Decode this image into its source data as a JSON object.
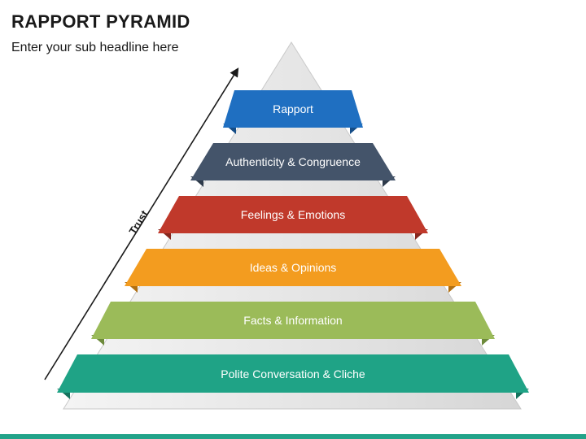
{
  "header": {
    "title": "RAPPORT PYRAMID",
    "subtitle": "Enter your sub headline here"
  },
  "pyramid": {
    "axis_label": "Trust",
    "levels": [
      {
        "label": "Rapport",
        "color": "#1f6fc1",
        "shadow": "#154d87"
      },
      {
        "label": "Authenticity & Congruence",
        "color": "#44546a",
        "shadow": "#2e3a4a"
      },
      {
        "label": "Feelings & Emotions",
        "color": "#c0392b",
        "shadow": "#86271e"
      },
      {
        "label": "Ideas & Opinions",
        "color": "#f39c1f",
        "shadow": "#b06f12"
      },
      {
        "label": "Facts & Information",
        "color": "#9bbb59",
        "shadow": "#6d8a3b"
      },
      {
        "label": "Polite Conversation & Cliche",
        "color": "#1fa386",
        "shadow": "#15735e"
      }
    ]
  },
  "colors": {
    "pyramid_face": "#e3e3e3",
    "pyramid_edge": "#c9c9c9",
    "accent_bar": "#22a389"
  }
}
